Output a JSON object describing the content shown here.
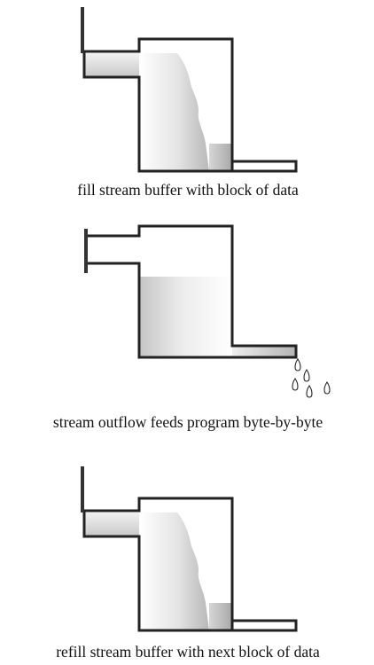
{
  "panels": [
    {
      "caption": "fill stream buffer with block of data",
      "state": "filling"
    },
    {
      "caption": "stream outflow feeds program byte-by-byte",
      "state": "draining"
    },
    {
      "caption": "refill stream buffer with next block of data",
      "state": "filling"
    }
  ],
  "colors": {
    "outline": "#222222",
    "fluid_light": "#f7f7f7",
    "fluid_dark": "#b9b9b9",
    "caption": "#111111"
  }
}
